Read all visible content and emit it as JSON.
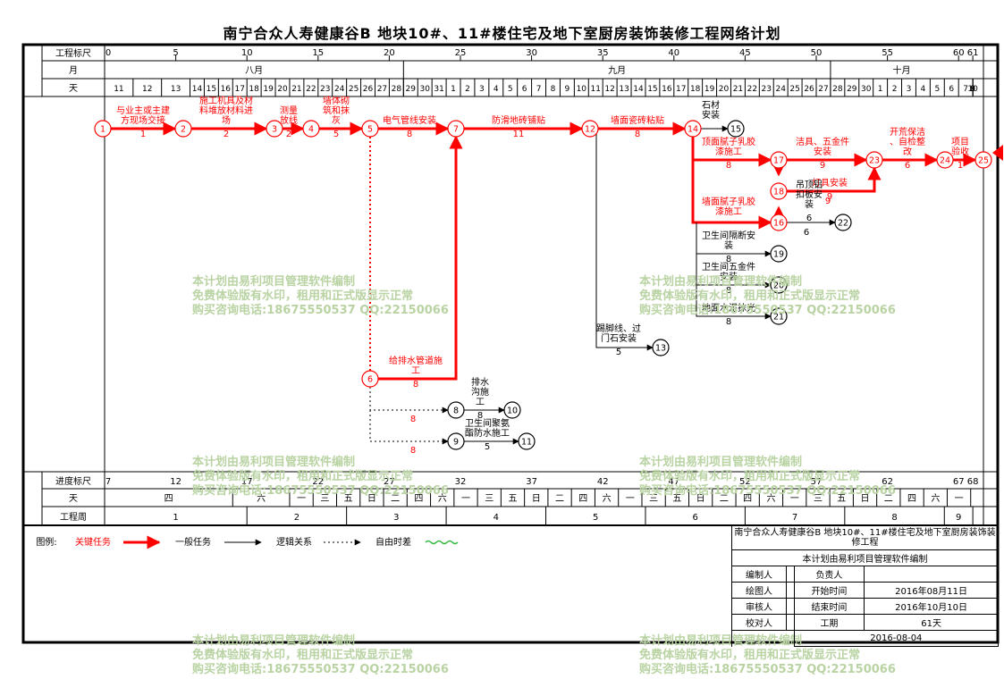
{
  "title": "南宁合众人寿健康谷B  地块10#、11#楼住宅及地下室厨房装饰装修工程网络计划",
  "rows": {
    "top_scale": "工程标尺",
    "month": "月",
    "day": "天",
    "progress": "进度标尺",
    "weekday": "天",
    "week": "工程周"
  },
  "top_scale_ticks": [
    "0",
    "5",
    "10",
    "15",
    "20",
    "25",
    "30",
    "35",
    "40",
    "45",
    "50",
    "55",
    "60",
    "61"
  ],
  "months": [
    "八月",
    "九月",
    "十月"
  ],
  "days_aug": [
    "11",
    "12",
    "13",
    "14",
    "15",
    "16",
    "17",
    "18",
    "19",
    "20",
    "21",
    "22",
    "23",
    "24",
    "25",
    "26",
    "27",
    "28",
    "29",
    "30",
    "31"
  ],
  "days_sep": [
    "1",
    "2",
    "3",
    "4",
    "5",
    "6",
    "7",
    "8",
    "9",
    "10",
    "11",
    "12",
    "13",
    "14",
    "15",
    "16",
    "17",
    "18",
    "19",
    "20",
    "21",
    "22",
    "23",
    "24",
    "25",
    "26",
    "27",
    "28",
    "29",
    "30"
  ],
  "days_oct": [
    "1",
    "2",
    "3",
    "4",
    "5",
    "6",
    "7",
    "8",
    "9",
    "10"
  ],
  "progress_ticks": [
    "7",
    "12",
    "17",
    "22",
    "27",
    "32",
    "37",
    "42",
    "47",
    "52",
    "57",
    "62",
    "67",
    "68"
  ],
  "weekdays": [
    "四",
    "六",
    "一",
    "三",
    "五",
    "日",
    "二",
    "四",
    "六",
    "一",
    "三",
    "五",
    "日",
    "二",
    "四",
    "六",
    "一",
    "三",
    "五",
    "日",
    "二",
    "四",
    "六",
    "一",
    "三",
    "五",
    "日",
    "二",
    "四",
    "六",
    "一"
  ],
  "weeks": [
    "1",
    "2",
    "3",
    "4",
    "5",
    "6",
    "7",
    "8",
    "9"
  ],
  "nodes": [
    "1",
    "2",
    "3",
    "4",
    "5",
    "6",
    "7",
    "8",
    "9",
    "10",
    "11",
    "12",
    "13",
    "14",
    "15",
    "16",
    "17",
    "18",
    "19",
    "20",
    "21",
    "22",
    "23",
    "24",
    "25"
  ],
  "tasks": {
    "t1": {
      "name": "与业主或主建方现场交接",
      "dur": "1"
    },
    "t2": {
      "name": "施工机具及材料堆放材料进场",
      "dur": "2"
    },
    "t3": {
      "name": "测量放线",
      "dur": "2"
    },
    "t4": {
      "name": "墙体砌筑和抹灰",
      "dur": "5"
    },
    "t5": {
      "name": "电气管线安装",
      "dur": "8"
    },
    "t6": {
      "name": "防滑地砖铺贴",
      "dur": "11"
    },
    "t7": {
      "name": "墙面瓷砖粘贴",
      "dur": "8"
    },
    "t8": {
      "name": "石材安装",
      "dur": ""
    },
    "t9": {
      "name": "顶面腻子乳胶漆施工",
      "dur": "8"
    },
    "t10": {
      "name": "洁具、五金件安装",
      "dur": "9"
    },
    "t11": {
      "name": "开荒保洁、自检整改",
      "dur": "6"
    },
    "t12": {
      "name": "项目验收",
      "dur": "1"
    },
    "t13": {
      "name": "灯具安装",
      "dur": "9"
    },
    "t14": {
      "name": "吊顶铝扣板安装",
      "dur": "6"
    },
    "t15": {
      "name": "墙面腻子乳胶漆施工",
      "dur": ""
    },
    "t16": {
      "name": "卫生间隔断安装",
      "dur": "8"
    },
    "t17": {
      "name": "卫生间五金件安装",
      "dur": "8"
    },
    "t18": {
      "name": "地面水泥抹光",
      "dur": "8"
    },
    "t19": {
      "name": "踢脚线、过门石安装",
      "dur": "5"
    },
    "t20": {
      "name": "给排水管道施工",
      "dur": "8"
    },
    "t21": {
      "name": "排水沟施工",
      "dur": "8"
    },
    "t22": {
      "name": "卫生间聚氨酯防水施工",
      "dur": "5"
    },
    "t23": {
      "name": "",
      "dur": "8"
    }
  },
  "legend": {
    "label": "图例:",
    "critical": "关键任务",
    "normal": "一般任务",
    "logic": "逻辑关系",
    "float": "自由时差"
  },
  "info": {
    "project": "南宁合众人寿健康谷B  地块10#、11#楼住宅及地下室厨房装饰装修工程",
    "software": "本计划由易利项目管理软件编制",
    "editor_label": "编制人",
    "editor": "",
    "owner_label": "负责人",
    "owner": "",
    "drawer_label": "绘图人",
    "drawer": "",
    "start_label": "开始时间",
    "start": "2016年08月11日",
    "reviewer_label": "审核人",
    "reviewer": "",
    "end_label": "结束时间",
    "end": "2016年10月10日",
    "checker_label": "校对人",
    "checker": "",
    "duration_label": "工期",
    "duration": "61天",
    "date": "2016-08-04"
  },
  "watermark": {
    "line1": "本计划由易利项目管理软件编制",
    "line2": "免费体验版有水印，租用和正式版显示正常",
    "line3": "购买咨询电话:18675550537 QQ:22150066"
  },
  "colors": {
    "critical": "#ff0000",
    "normal": "#000000",
    "float_line": "#2fb83a",
    "watermark": "#b9d3a3"
  }
}
